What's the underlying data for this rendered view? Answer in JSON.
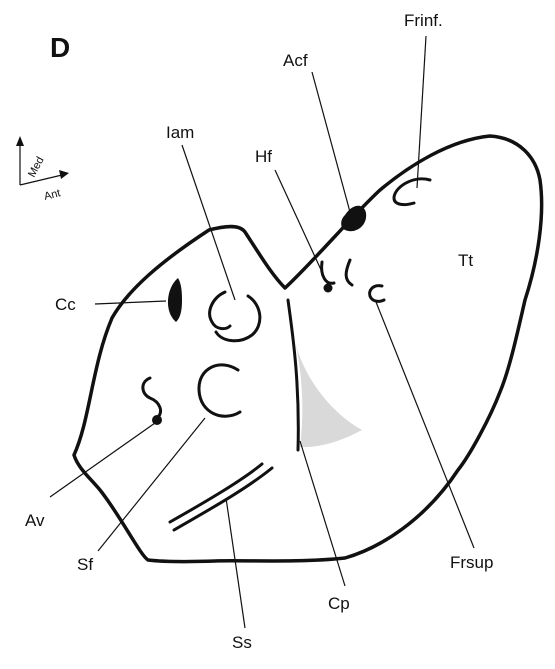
{
  "figure": {
    "panel_letter": "D",
    "orientation": {
      "axis_1": "Med",
      "axis_2": "Ant"
    },
    "labels": {
      "frinf": "Frinf.",
      "acf": "Acf",
      "iam": "Iam",
      "hf": "Hf",
      "tt": "Tt",
      "cc": "Cc",
      "av": "Av",
      "sf": "Sf",
      "ss": "Ss",
      "cp": "Cp",
      "frsup": "Frsup"
    }
  },
  "colors": {
    "ink": "#111111",
    "shaded_area": "#d9d9d9",
    "background": "#ffffff"
  }
}
